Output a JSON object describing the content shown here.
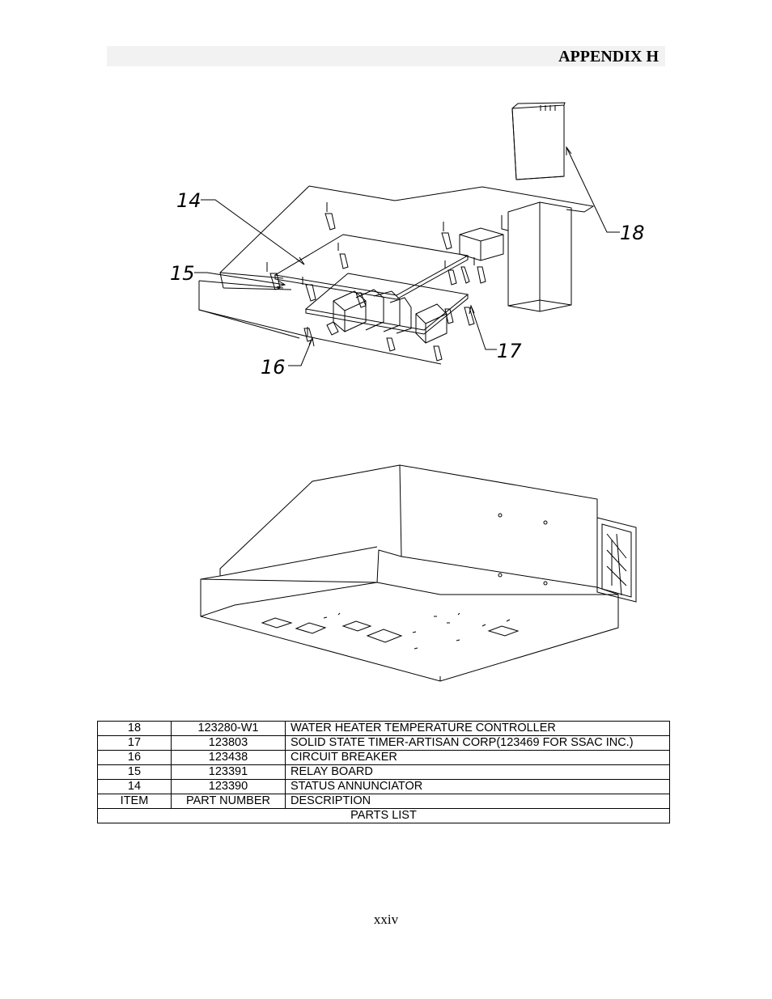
{
  "header": {
    "title": "APPENDIX H"
  },
  "drawing": {
    "callouts": [
      "14",
      "15",
      "16",
      "17",
      "18"
    ]
  },
  "parts_table": {
    "rows": [
      {
        "item": "18",
        "part": "123280-W1",
        "desc": "WATER HEATER TEMPERATURE CONTROLLER"
      },
      {
        "item": "17",
        "part": "123803",
        "desc": "SOLID STATE TIMER-ARTISAN CORP(123469 FOR SSAC INC.)"
      },
      {
        "item": "16",
        "part": "123438",
        "desc": "CIRCUIT BREAKER"
      },
      {
        "item": "15",
        "part": "123391",
        "desc": "RELAY BOARD"
      },
      {
        "item": "14",
        "part": "123390",
        "desc": "STATUS ANNUNCIATOR"
      }
    ],
    "header": {
      "item": "ITEM",
      "part": "PART NUMBER",
      "desc": "DESCRIPTION"
    },
    "caption": "PARTS LIST"
  },
  "footer": {
    "page_number": "xxiv"
  }
}
